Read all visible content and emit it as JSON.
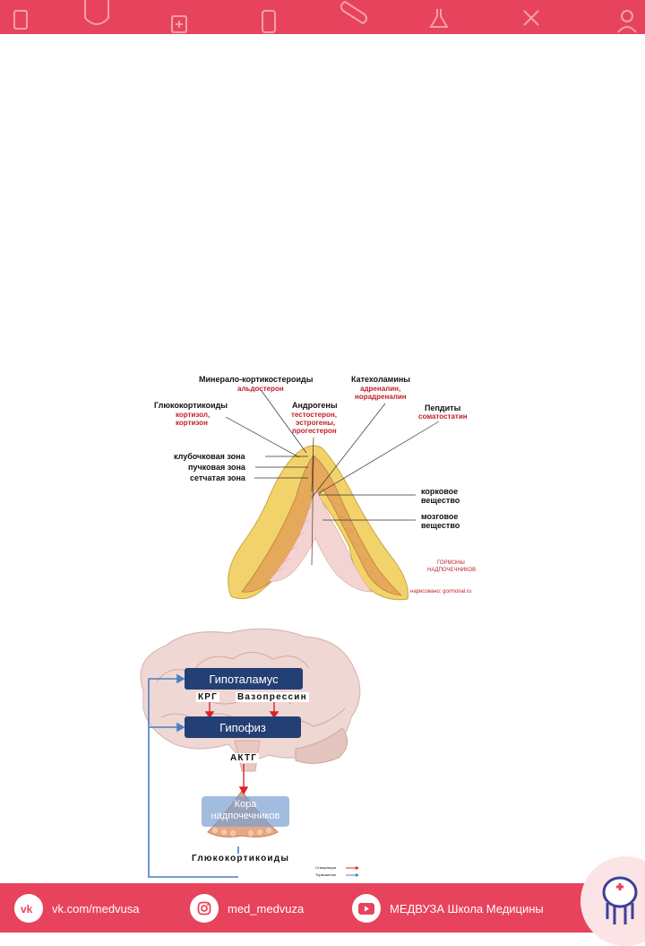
{
  "adrenal": {
    "mineral": "Минерало-кортикостероиды",
    "mineral_sub": "альдостерон",
    "catechol": "Катехоламины",
    "catechol_sub1": "адреналин,",
    "catechol_sub2": "норадреналин",
    "gluco": "Глюкокортикоиды",
    "gluco_sub1": "кортизол,",
    "gluco_sub2": "кортизон",
    "andro": "Андрогены",
    "andro_sub1": "тестостерон,",
    "andro_sub2": "эстрогены,",
    "andro_sub3": "прогестерон",
    "peptides": "Пепдиты",
    "peptides_sub": "соматостатин",
    "zone1": "клубочковая зона",
    "zone2": "пучковая зона",
    "zone3": "сетчатая зона",
    "cortex1": "корковое",
    "cortex2": "вещество",
    "medulla1": "мозговое",
    "medulla2": "вещество",
    "caption1": "ГОРМОНЫ",
    "caption2": "НАДПОЧЕЧНИКОВ",
    "credit": "нарисовано: gormonal.ru"
  },
  "axis": {
    "hypothalamus": "Гипоталамус",
    "crh": "КРГ",
    "vasopressin": "Вазопрессин",
    "pituitary": "Гипофиз",
    "acth": "АКТГ",
    "cortex1": "Кора",
    "cortex2": "надпочечников",
    "gluco": "Глюкокортикоиды",
    "legend_stim": "Стимуляция",
    "legend_inhib": "Торможение"
  },
  "footer": {
    "vk": "vk.com/medvusa",
    "insta": "med_medvuza",
    "youtube": "МЕДВУЗА Школа Медицины"
  },
  "colors": {
    "brand": "#e8435c",
    "box": "#243f73",
    "stim": "#d8232a",
    "inhib": "#4a7fc1"
  }
}
